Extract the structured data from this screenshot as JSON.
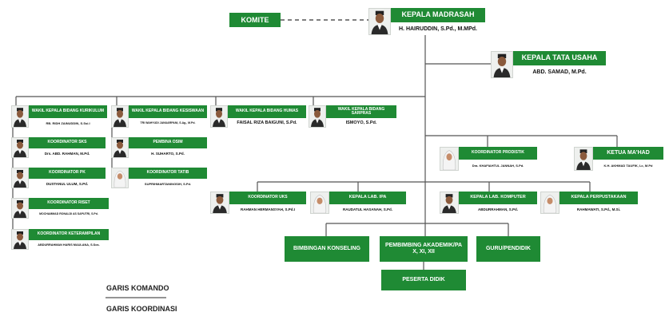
{
  "komite": "KOMITE",
  "kepala_madrasah": {
    "title": "KEPALA MADRASAH",
    "name": "H. HAIRUDDIN, S.Pd., M.MPd."
  },
  "kepala_tu": {
    "title": "KEPALA TATA USAHA",
    "name": "ABD. SAMAD, M.Pd."
  },
  "wakil": [
    {
      "title": "WAKIL KEPALA BIDANG KURIKULUM",
      "name": "RB. RIDH ZAINUDDIN, S.Ssi.I"
    },
    {
      "title": "WAKIL KEPALA BIDANG KESISWAAN",
      "name": "TRI WAHYUDI JANUARPANI, S.Ag., M.Pd."
    },
    {
      "title": "WAKIL KEPALA BIDANG HUMAS",
      "name": "FAISAL RIZA BAIGUNI, S.Pd."
    },
    {
      "title": "WAKIL KEPALA BIDANG SARPRAS",
      "name": "ISMOYO, S.Pd."
    }
  ],
  "col1": [
    {
      "title": "KOORDINATOR SKS",
      "name": "Drs. ABD. RAHMAN, M.Pd."
    },
    {
      "title": "KOORDINATOR PK",
      "name": "DUSTANUL ULUM, S.Pd."
    },
    {
      "title": "KOORDINATOR RISET",
      "name": "MOCHAMMAD RONALDI AS SAPUTRI, S.Pd."
    },
    {
      "title": "KOORDINATOR KETERAMPILAN",
      "name": "ABDURRAHMAN HARIS MAULANA, S.Sos."
    }
  ],
  "col2": [
    {
      "title": "PEMBINA OSIM",
      "name": "H. SUHARTO, S.Pd."
    },
    {
      "title": "KOORDINATOR TATIB",
      "name": "SUPRIHMARTANINGSIH, S.Pd."
    }
  ],
  "mid_row": [
    {
      "title": "KOORDINATOR UKS",
      "name": "RAHMAN HERMANSYAH, S.Pd.I"
    },
    {
      "title": "KEPALA LAB. IPA",
      "name": "RAUDATUL HASANAH, S.Pd."
    },
    {
      "title": "KEPALA LAB. KOMPUTER",
      "name": "ABDURRAHMAN, S.Pd."
    },
    {
      "title": "KEPALA PERPUSTAKAAN",
      "name": "RAHMAWATI, S.Pd., M.Si."
    }
  ],
  "prodistik": {
    "title": "KOORDINATOR PRODISTIK",
    "name": "Dra. KHAFIAHTUL JANNAH, S.Pd."
  },
  "mahad": {
    "title": "KETUA MA'HAD",
    "name": "K.H. AKHMAD TAUFIK, Lc, M.Pd"
  },
  "bk": "BIMBINGAN KONSELING",
  "pa": "PEMBIMBING AKADEMIK/PA X, XI, XII",
  "guru": "GURU/PENDIDIK",
  "peserta": "PESERTA DIDIK",
  "legend": {
    "komando": "GARIS KOMANDO",
    "koordinasi": "GARIS KOORDINASI"
  },
  "colors": {
    "green": "#1f8a34",
    "line": "#555555"
  }
}
